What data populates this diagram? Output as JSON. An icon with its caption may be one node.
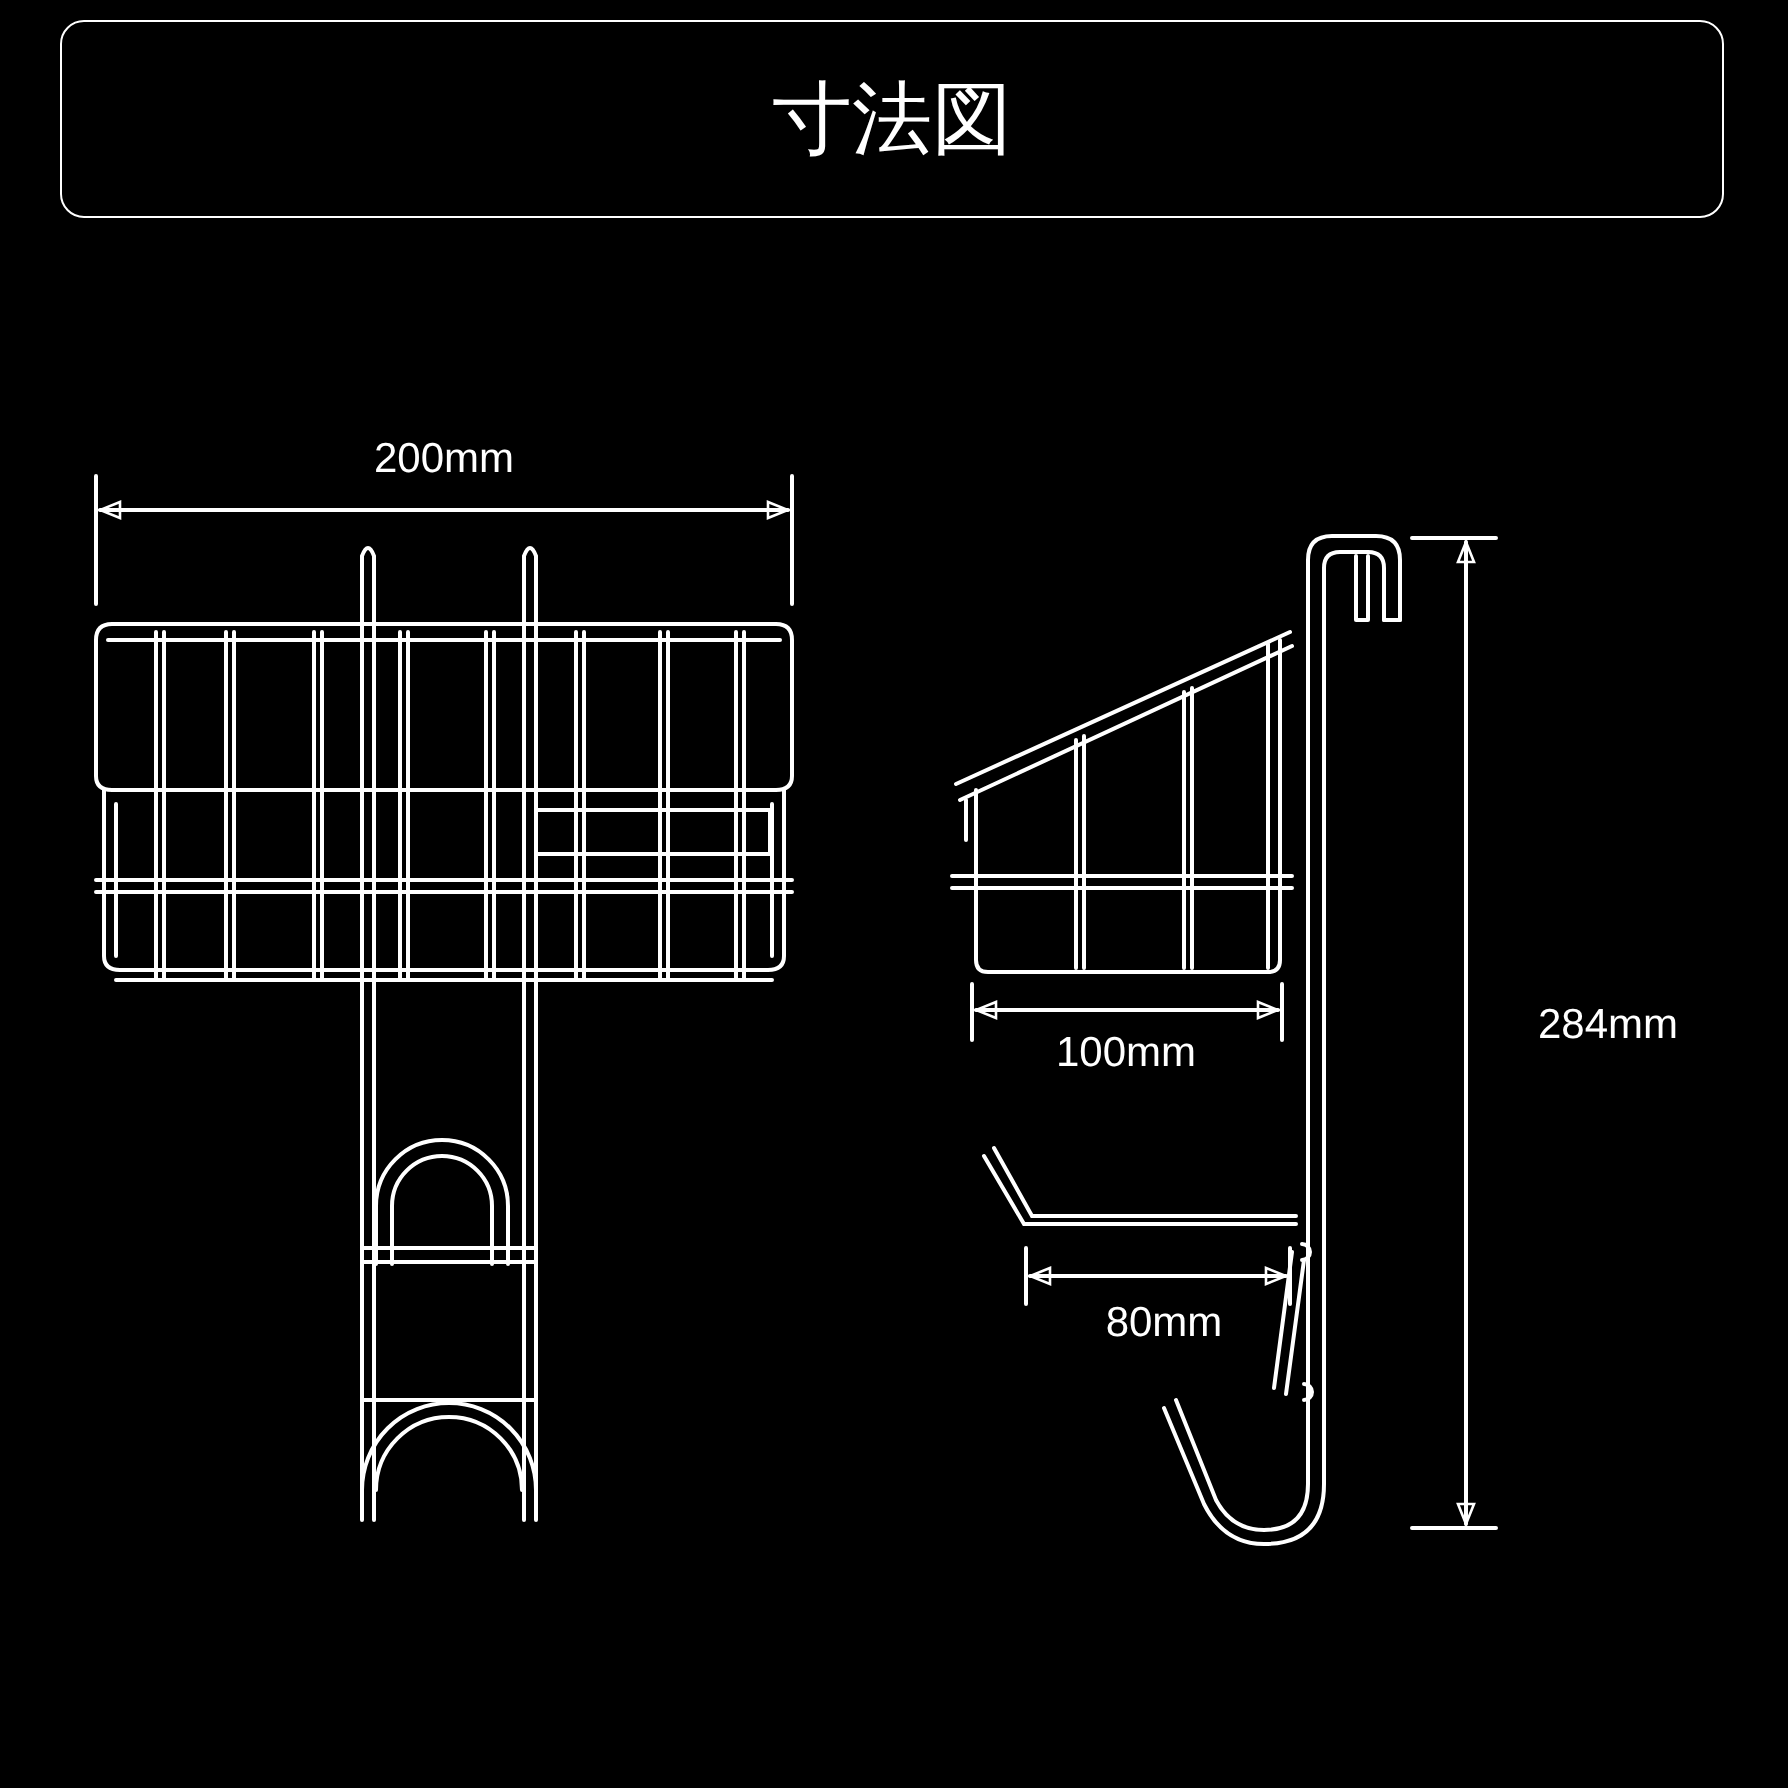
{
  "diagram": {
    "title": "寸法図",
    "labels": [
      "200mm",
      "100mm",
      "284mm",
      "80mm"
    ]
  }
}
